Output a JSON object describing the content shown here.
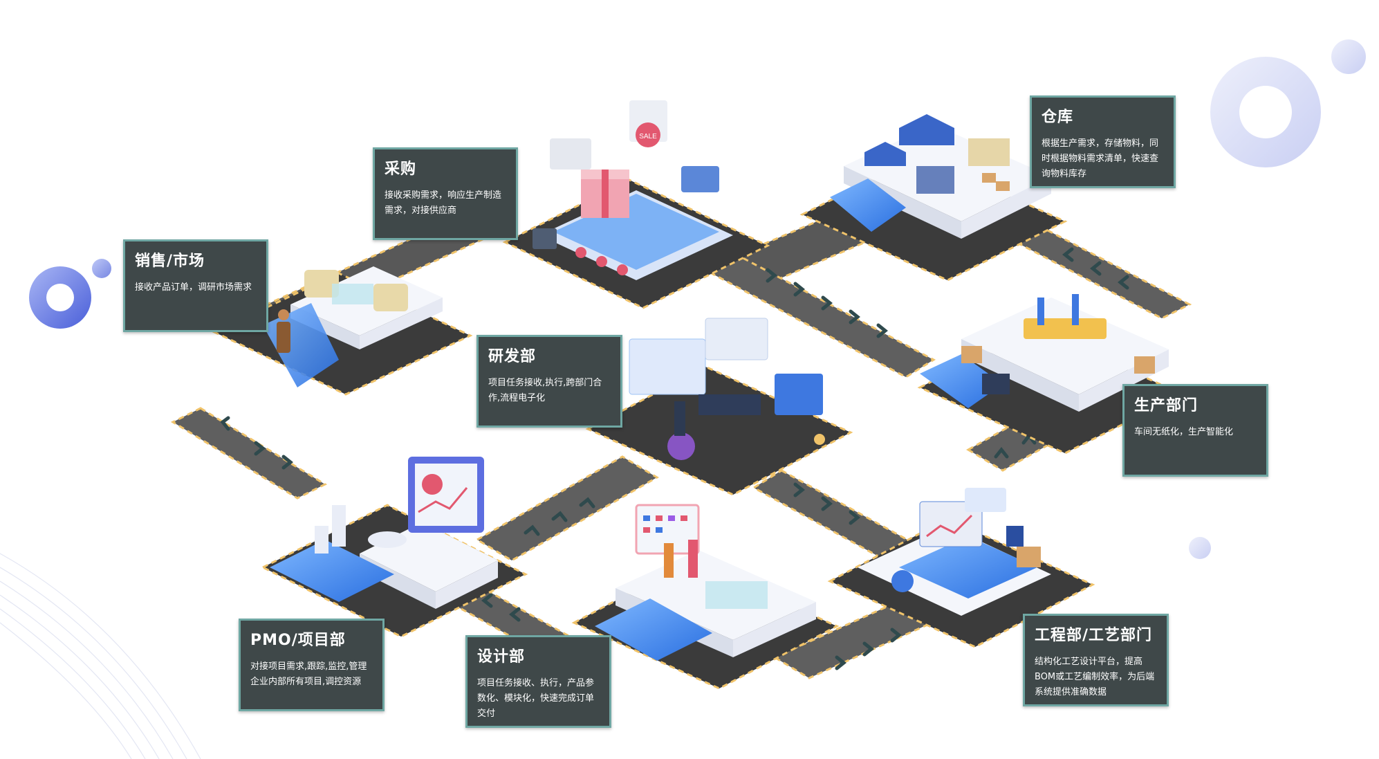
{
  "departments": [
    {
      "key": "sales",
      "title": "销售/市场",
      "desc": "接收产品订单，调研市场需求"
    },
    {
      "key": "purchase",
      "title": "采购",
      "desc": "接收采购需求，响应生产制造需求，对接供应商"
    },
    {
      "key": "warehouse",
      "title": "仓库",
      "desc": "根据生产需求，存储物料，同时根据物料需求清单，快速查询物料库存"
    },
    {
      "key": "rd",
      "title": "研发部",
      "desc": "项目任务接收,执行,跨部门合作,流程电子化"
    },
    {
      "key": "production",
      "title": "生产部门",
      "desc": "车间无纸化，生产智能化"
    },
    {
      "key": "pmo",
      "title": "PMO/项目部",
      "desc": "对接项目需求,跟踪,监控,管理企业内部所有项目,调控资源"
    },
    {
      "key": "design",
      "title": "设计部",
      "desc": "项目任务接收、执行，产品参数化、模块化，快速完成订单交付"
    },
    {
      "key": "engineering",
      "title": "工程部/工艺部门",
      "desc": "结构化工艺设计平台，提高BOM或工艺编制效率，为后端系统提供准确数据"
    }
  ],
  "scene_labels": {
    "sale_sign": "SALE"
  },
  "colors": {
    "card_bg": "#3f4849",
    "card_border": "#6fa7a3",
    "road": "#5f5f5f",
    "road_dark": "#3a3a3a",
    "road_edge": "#f0c36a",
    "chevron": "#2f4a4d",
    "accent_blue": "#3d8bf0",
    "deco_blue": "#5b6fe0"
  }
}
